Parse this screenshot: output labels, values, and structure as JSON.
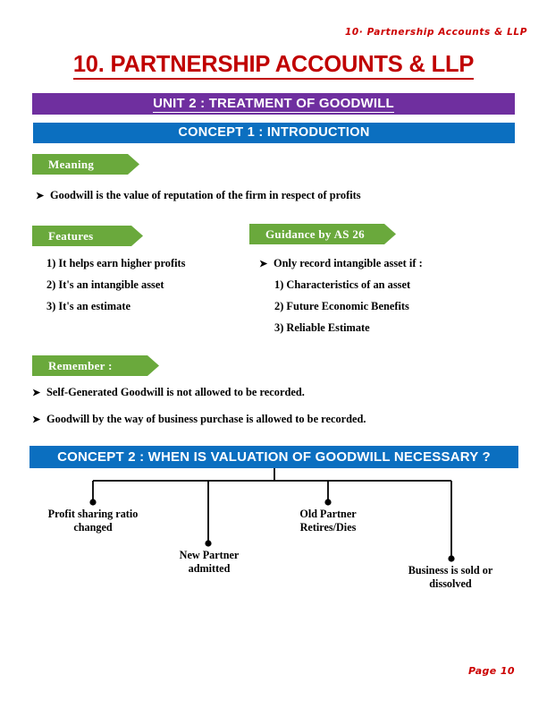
{
  "header": {
    "running_header": "10· Partnership Accounts & LLP",
    "title": "10. PARTNERSHIP ACCOUNTS & LLP",
    "title_color": "#c00000"
  },
  "unit_bar": {
    "label": "UNIT 2 : TREATMENT OF GOODWILL",
    "color": "#6f2f9f"
  },
  "concept1": {
    "bar_label": "CONCEPT 1 : INTRODUCTION",
    "color": "#0b6fc0",
    "meaning": {
      "banner": "Meaning",
      "bullet": "Goodwill is the value of reputation of the firm in respect of profits"
    },
    "features": {
      "banner": "Features",
      "items": [
        "1) It helps earn higher profits",
        "2) It's an intangible asset",
        "3) It's an estimate"
      ]
    },
    "guidance": {
      "banner": "Guidance by AS 26",
      "heading": "Only record intangible asset if :",
      "items": [
        "1) Characteristics of an asset",
        "2) Future Economic Benefits",
        "3) Reliable Estimate"
      ]
    },
    "remember": {
      "banner": "Remember :",
      "items": [
        "Self-Generated Goodwill is not allowed to be recorded.",
        "Goodwill by the way of business purchase is allowed to be recorded."
      ]
    }
  },
  "concept2": {
    "bar_label": "CONCEPT 2 : WHEN IS VALUATION OF GOODWILL NECESSARY ?",
    "color": "#0b6fc0",
    "tree_nodes": [
      "Profit sharing ratio\nchanged",
      "New Partner\nadmitted",
      "Old Partner\nRetires/Dies",
      "Business is sold or\ndissolved"
    ]
  },
  "banner_color": "#6aa93c",
  "footer": {
    "page_label": "Page 10"
  }
}
